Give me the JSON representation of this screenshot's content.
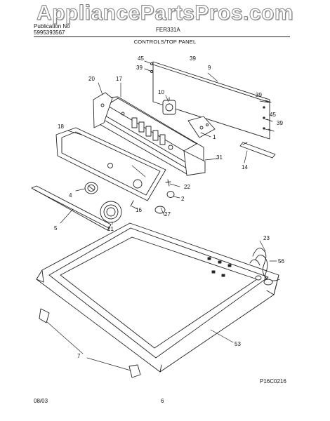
{
  "watermark": "AppliancePartsPros.com",
  "header": {
    "publication_label": "Publication No",
    "publication_number": "5995393567",
    "model": "FER331A",
    "section_title": "CONTROLS/TOP PANEL"
  },
  "callouts": {
    "c45a": "45",
    "c39a": "39",
    "c39b": "39",
    "c9": "9",
    "c20": "20",
    "c17": "17",
    "c10": "10",
    "c39c": "39",
    "c45b": "45",
    "c39d": "39",
    "c18": "18",
    "c1": "1",
    "c31": "31",
    "c14": "14",
    "c22": "22",
    "c4": "4",
    "c2": "2",
    "c16": "16",
    "c27": "27",
    "c5": "5",
    "c21": "21",
    "c23": "23",
    "c56": "56",
    "c53": "53",
    "c7": "7"
  },
  "footer": {
    "date": "08/03",
    "page": "6",
    "diagram_code": "P16C0216"
  }
}
